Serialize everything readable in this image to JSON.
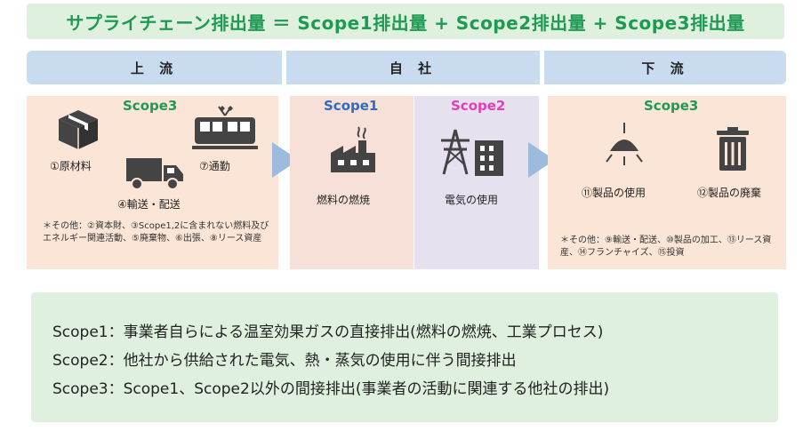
{
  "title": "サプライチェーン排出量 ＝ Scope1排出量 + Scope2排出量 + Scope3排出量",
  "headers": {
    "upstream": "上 流",
    "own": "自 社",
    "downstream": "下 流"
  },
  "upstream": {
    "scope": "Scope3",
    "items": {
      "raw_materials": "①原材料",
      "commuting": "⑦通勤",
      "transport": "④輸送・配送"
    },
    "note": "＊その他：②資本財、③Scope1,2に含まれない燃料及びエネルギー関連活動、⑤廃棄物、⑥出張、⑧リース資産"
  },
  "own": {
    "scope1": {
      "label": "Scope1",
      "item": "燃料の燃焼"
    },
    "scope2": {
      "label": "Scope2",
      "item": "電気の使用"
    }
  },
  "downstream": {
    "scope": "Scope3",
    "items": {
      "product_use": "⑪製品の使用",
      "disposal": "⑫製品の廃棄"
    },
    "note": "＊その他：⑨輸送・配送、⑩製品の加工、⑬リース資産、⑭フランチャイズ、⑮投資"
  },
  "definitions": [
    "Scope1：事業者自らによる温室効果ガスの直接排出(燃料の燃焼、工業プロセス)",
    "Scope2：他社から供給された電気、熱・蒸気の使用に伴う間接排出",
    "Scope3：Scope1、Scope2以外の間接排出(事業者の活動に関連する他社の排出)"
  ],
  "colors": {
    "green": "#1f9a52",
    "blue": "#2d6cc0",
    "pink": "#e040b8",
    "header": "#c9dbee",
    "arrow": "#9dbbdc"
  }
}
